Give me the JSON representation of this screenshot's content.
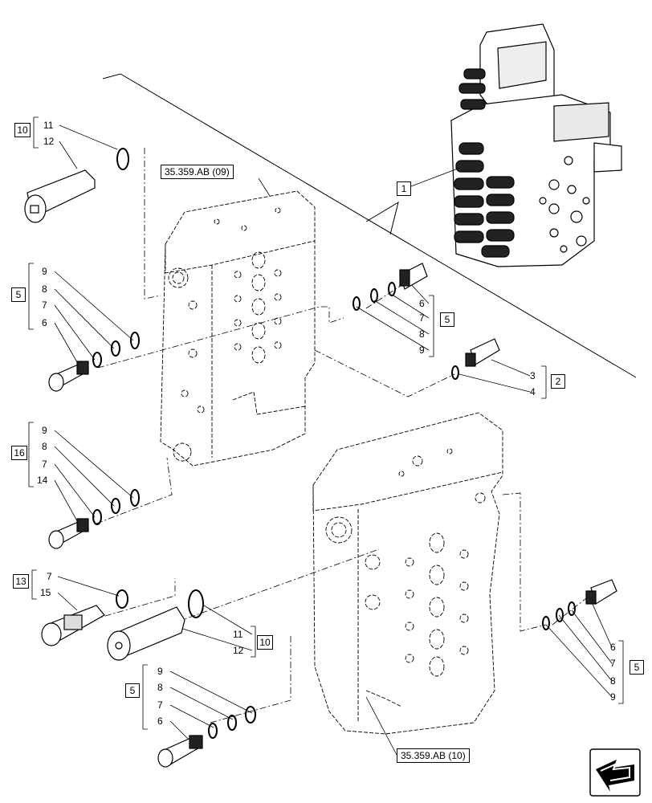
{
  "references": {
    "upper_section": "35.359.AB (09)",
    "lower_section": "35.359.AB (10)"
  },
  "groups": [
    {
      "id": "g10a",
      "box": "10",
      "items": [
        "11",
        "12"
      ]
    },
    {
      "id": "g5a",
      "box": "5",
      "items": [
        "9",
        "8",
        "7",
        "6"
      ]
    },
    {
      "id": "g16",
      "box": "16",
      "items": [
        "9",
        "8",
        "7",
        "14"
      ]
    },
    {
      "id": "g13",
      "box": "13",
      "items": [
        "7",
        "15"
      ]
    },
    {
      "id": "g5b",
      "box": "5",
      "items": [
        "9",
        "8",
        "7",
        "6"
      ]
    },
    {
      "id": "g5c",
      "box": "5",
      "items": [
        "6",
        "7",
        "8",
        "9"
      ]
    },
    {
      "id": "g2",
      "box": "2",
      "items": [
        "3",
        "4"
      ]
    },
    {
      "id": "g10b",
      "box": "10",
      "items": [
        "11",
        "12"
      ]
    },
    {
      "id": "g5d",
      "box": "5",
      "items": [
        "6",
        "7",
        "8",
        "9"
      ]
    },
    {
      "id": "g1",
      "box": "1",
      "items": []
    }
  ],
  "icons": {
    "nav": "arrow-nav-icon"
  }
}
